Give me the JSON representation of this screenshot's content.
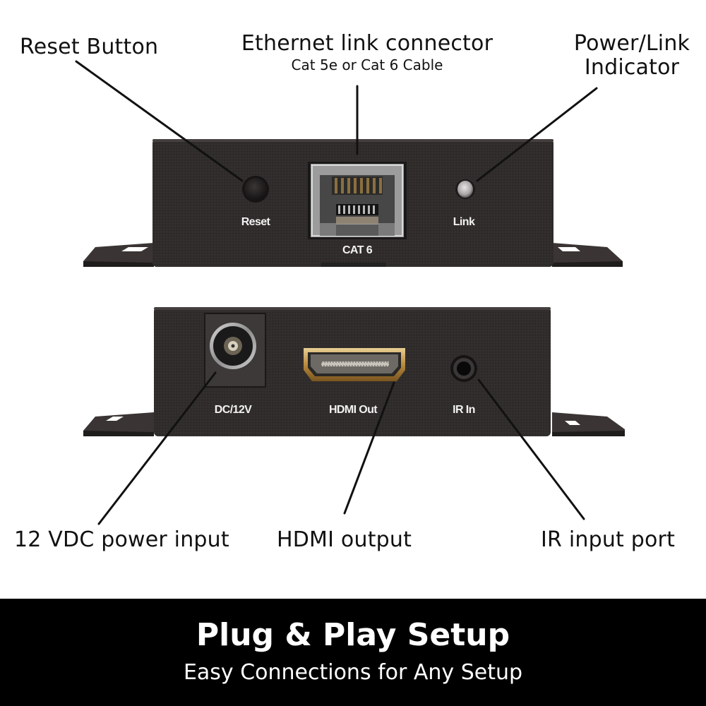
{
  "callouts": {
    "reset_button": "Reset Button",
    "ethernet_connector": "Ethernet link connector",
    "ethernet_cable": "Cat 5e or Cat 6 Cable",
    "power_link_line1": "Power/Link",
    "power_link_line2": "Indicator",
    "dc_power": "12 VDC power input",
    "hdmi_output": "HDMI output",
    "ir_input": "IR input port"
  },
  "top_panel": {
    "reset_label": "Reset",
    "port_label": "CAT 6",
    "link_label": "Link"
  },
  "bottom_panel": {
    "dc_label": "DC/12V",
    "hdmi_label": "HDMI Out",
    "ir_label": "IR In"
  },
  "footer": {
    "title": "Plug & Play Setup",
    "subtitle": "Easy Connections for Any Setup"
  },
  "colors": {
    "chassis": "#2f2b2a",
    "footer_bg": "#000000",
    "hdmi_gold": "#c9a35a"
  }
}
